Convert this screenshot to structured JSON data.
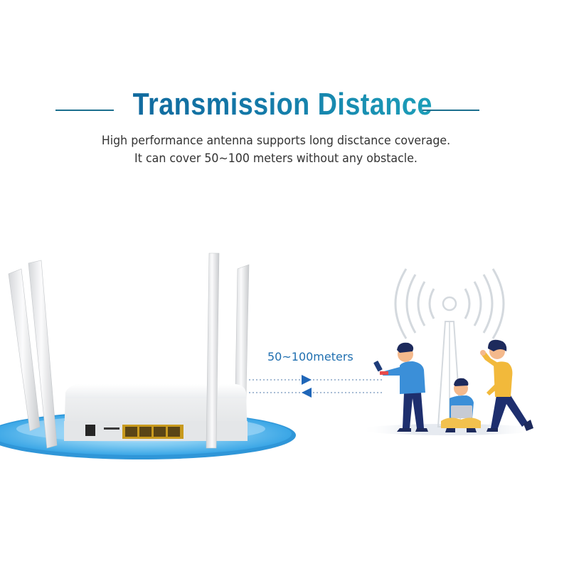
{
  "heading": {
    "title": "Transmission Distance",
    "line1": "High performance antenna supports long disctance coverage.",
    "line2": "It can cover 50~100 meters without any obstacle."
  },
  "diagram": {
    "distance_label": "50~100meters"
  },
  "colors": {
    "title_start": "#0f5f97",
    "title_end": "#21b3c2",
    "accent_line": "#1b6f8e",
    "arrow_blue": "#1f66b8",
    "platform_blue": "#4fb3ea"
  },
  "icons": {
    "device": "router-image",
    "signal": "wifi-signal-icon",
    "people": "people-illustration"
  }
}
